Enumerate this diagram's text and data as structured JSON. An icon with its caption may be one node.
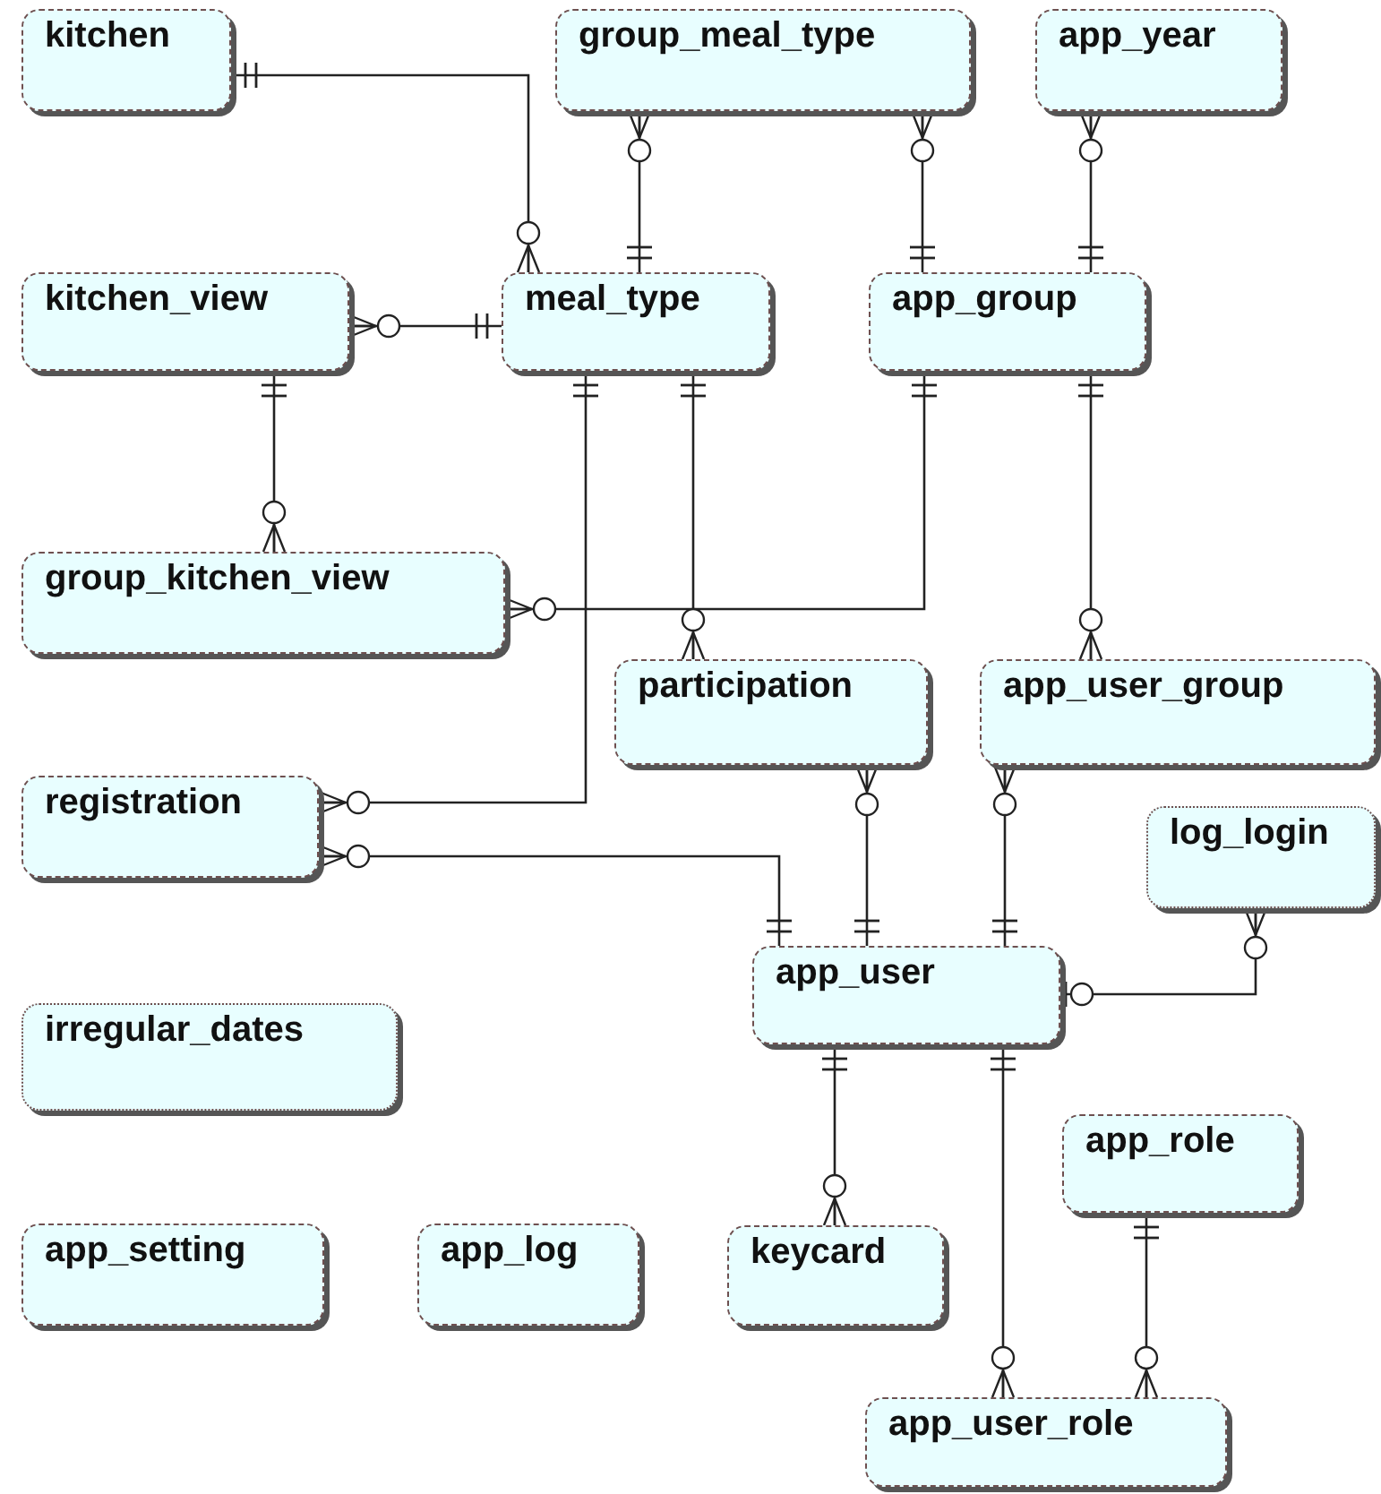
{
  "diagram": {
    "nodes": [
      {
        "text": [
          "kitchen"
        ]
      },
      {
        "text": [
          "group_meal_type"
        ]
      },
      {
        "text": [
          "app_year"
        ]
      },
      {
        "text": [
          "kitchen_view"
        ]
      },
      {
        "text": [
          "meal_type"
        ]
      },
      {
        "text": [
          "app_group"
        ]
      },
      {
        "text": [
          "group_kitchen_view"
        ]
      },
      {
        "text": [
          "participation"
        ]
      },
      {
        "text": [
          "app_user_group"
        ]
      },
      {
        "text": [
          "registration"
        ]
      },
      {
        "text": [
          "log_login"
        ]
      },
      {
        "text": [
          "app_user"
        ]
      },
      {
        "text": [
          "irregular_dates"
        ]
      },
      {
        "text": [
          "app_role"
        ]
      },
      {
        "text": [
          "app_setting"
        ]
      },
      {
        "text": [
          "app_log"
        ]
      },
      {
        "text": [
          "keycard"
        ]
      },
      {
        "text": [
          "app_user_role"
        ]
      }
    ],
    "edges": [
      {
        "from": 0,
        "to": 4,
        "arrow": "other"
      },
      {
        "from": 4,
        "to": 1,
        "arrow": "other"
      },
      {
        "from": 5,
        "to": 1,
        "arrow": "other"
      },
      {
        "from": 5,
        "to": 2,
        "arrow": "other"
      },
      {
        "from": 4,
        "to": 3,
        "arrow": "other"
      },
      {
        "from": 3,
        "to": 6,
        "arrow": "other"
      },
      {
        "from": 5,
        "to": 6,
        "arrow": "other"
      },
      {
        "from": 4,
        "to": 7,
        "arrow": "other"
      },
      {
        "from": 5,
        "to": 8,
        "arrow": "other"
      },
      {
        "from": 4,
        "to": 9,
        "arrow": "other"
      },
      {
        "from": 11,
        "to": 9,
        "arrow": "other"
      },
      {
        "from": 11,
        "to": 7,
        "arrow": "other"
      },
      {
        "from": 11,
        "to": 8,
        "arrow": "other"
      },
      {
        "from": 11,
        "to": 10,
        "arrow": "other"
      },
      {
        "from": 11,
        "to": 16,
        "arrow": "other"
      },
      {
        "from": 11,
        "to": 17,
        "arrow": "other"
      },
      {
        "from": 13,
        "to": 17,
        "arrow": "other"
      }
    ]
  }
}
